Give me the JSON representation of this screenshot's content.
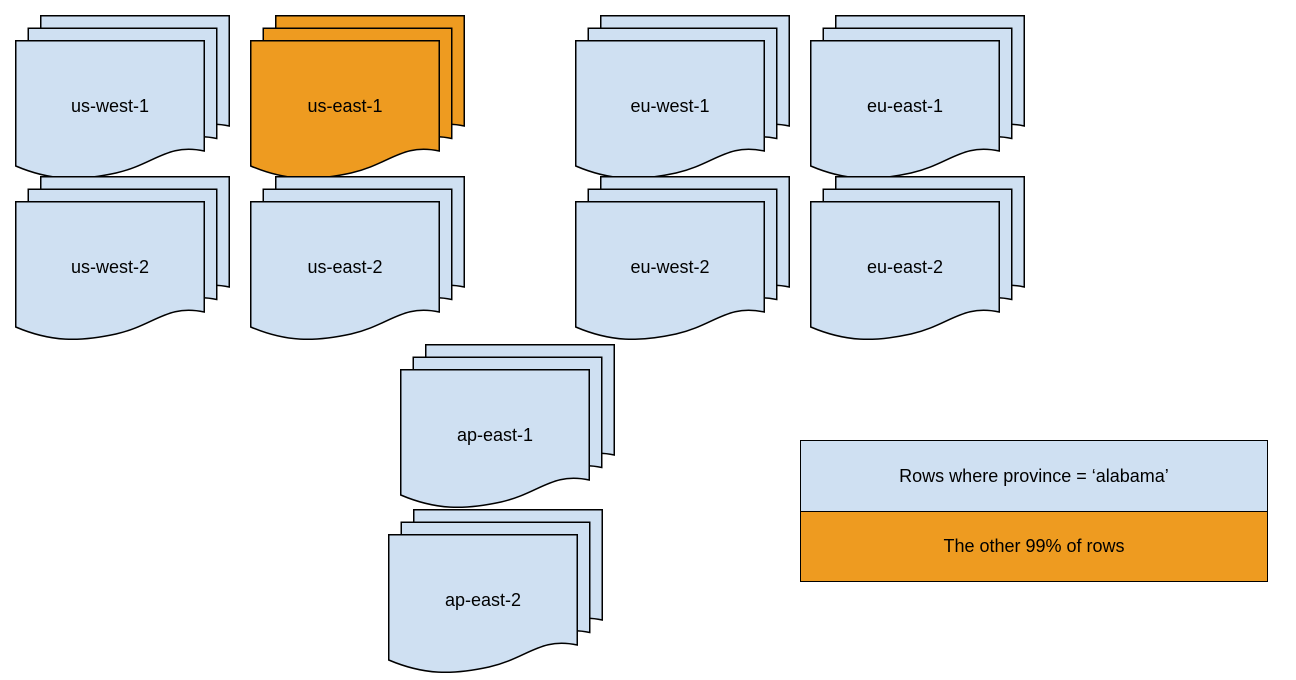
{
  "colors": {
    "blue": "#cfe0f2",
    "orange": "#ee9b20",
    "stroke": "#000000"
  },
  "stacks": [
    {
      "label": "us-west-1",
      "variant": "blue"
    },
    {
      "label": "us-east-1",
      "variant": "orange"
    },
    {
      "label": "eu-west-1",
      "variant": "blue"
    },
    {
      "label": "eu-east-1",
      "variant": "blue"
    },
    {
      "label": "us-west-2",
      "variant": "blue"
    },
    {
      "label": "us-east-2",
      "variant": "blue"
    },
    {
      "label": "eu-west-2",
      "variant": "blue"
    },
    {
      "label": "eu-east-2",
      "variant": "blue"
    },
    {
      "label": "ap-east-1",
      "variant": "blue"
    },
    {
      "label": "ap-east-2",
      "variant": "blue"
    }
  ],
  "legend": {
    "items": [
      {
        "label": "Rows where province = ‘alabama’",
        "variant": "blue"
      },
      {
        "label": "The other 99% of rows",
        "variant": "orange"
      }
    ]
  }
}
